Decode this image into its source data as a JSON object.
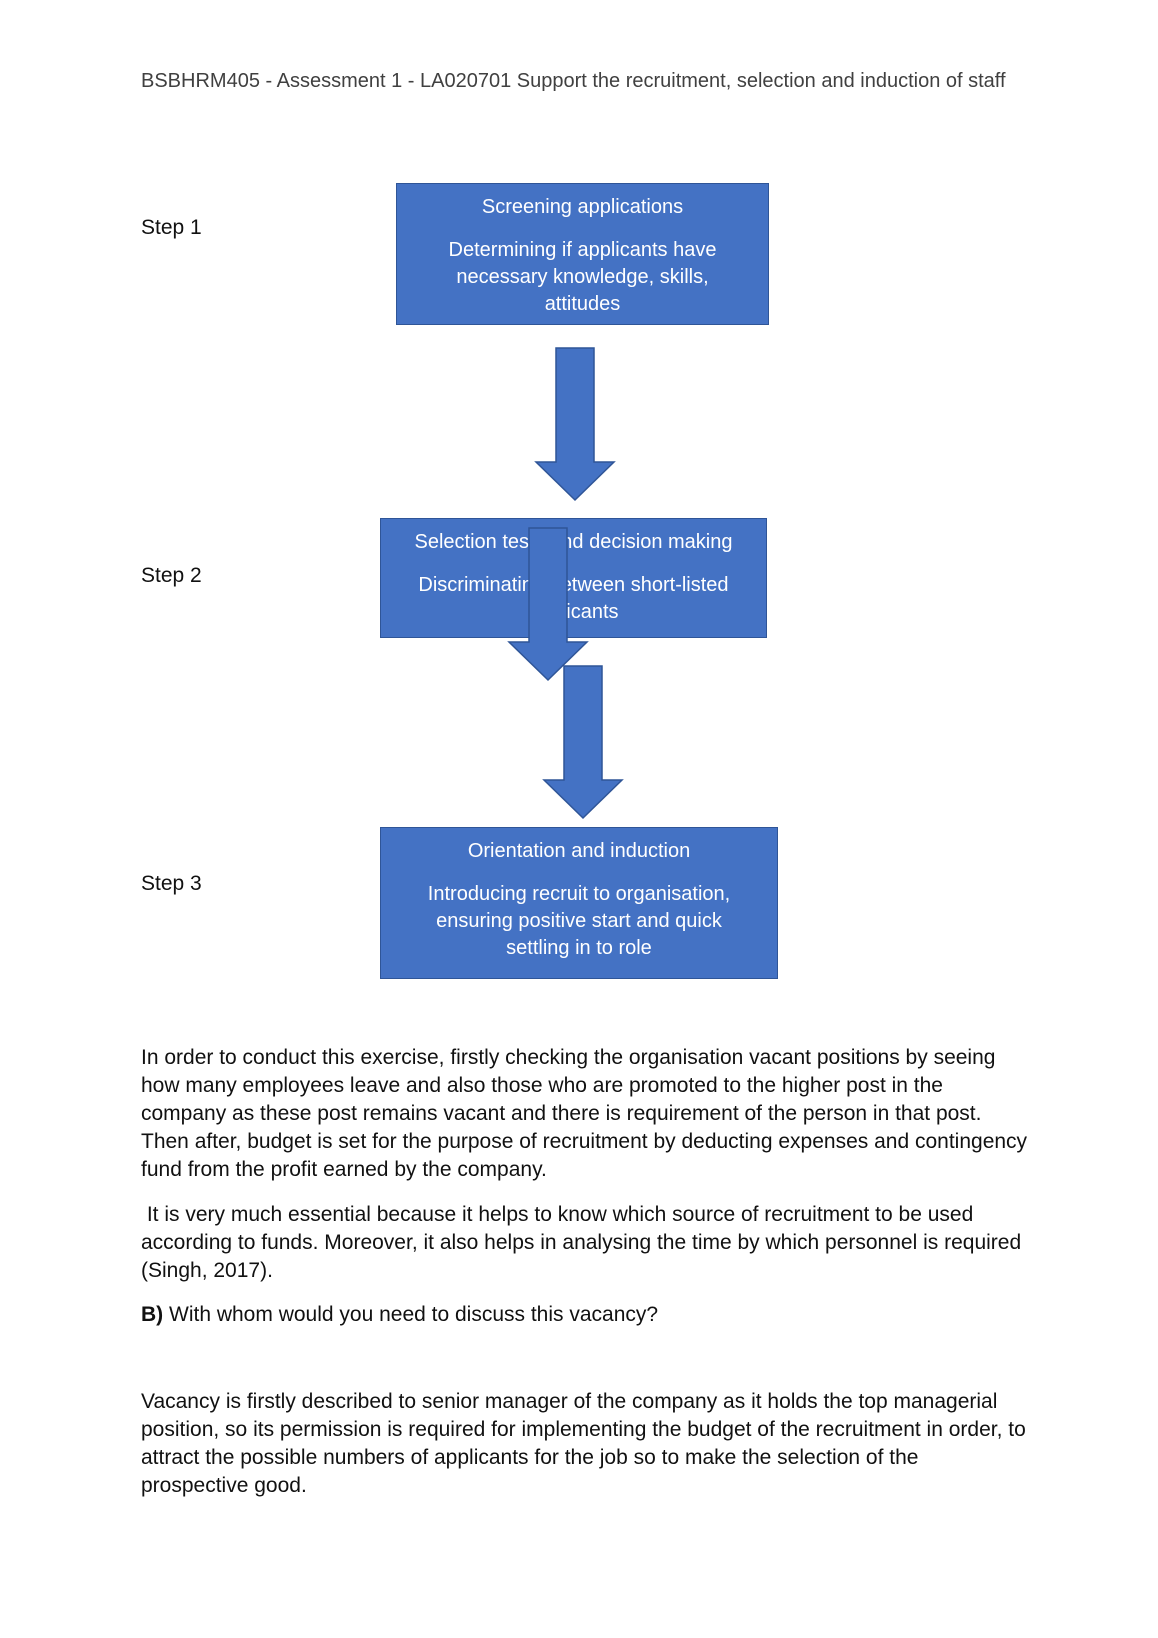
{
  "header": {
    "title": "BSBHRM405 - Assessment 1 - LA020701 Support the recruitment, selection and induction of staff"
  },
  "flow": {
    "steps": [
      {
        "label": "Step 1",
        "title": "Screening applications",
        "description": "Determining if applicants have necessary knowledge, skills, attitudes"
      },
      {
        "label": "Step 2",
        "title": "Selection tests and decision making",
        "description": "Discriminating between short-listed applicants"
      },
      {
        "label": "Step 3",
        "title": "Orientation and induction",
        "description": "Introducing recruit to organisation, ensuring positive start and quick settling in to role"
      }
    ],
    "colors": {
      "box_fill": "#4472c4",
      "box_border": "#2f5597"
    }
  },
  "body": {
    "paragraph_1": "In order to conduct this exercise, firstly checking the organisation vacant positions by seeing how many employees leave and also those who are promoted to the higher post in the company as these post remains vacant and there is requirement of the person in that post. Then after, budget is set for the purpose of recruitment by deducting expenses and contingency fund from the profit earned by the company.",
    "paragraph_2": " It is very much essential because it helps to know which source of recruitment to be used according to funds. Moreover, it also helps in analysing the time by which personnel is required (Singh, 2017).",
    "question_label": "B)",
    "question_text": " With whom would you need to discuss this vacancy?",
    "paragraph_3": "Vacancy is firstly described to senior manager of the company as it holds the top managerial position, so its permission is required for implementing the budget of the recruitment in order, to attract the possible numbers of applicants for the job so to make the selection of the prospective good."
  }
}
